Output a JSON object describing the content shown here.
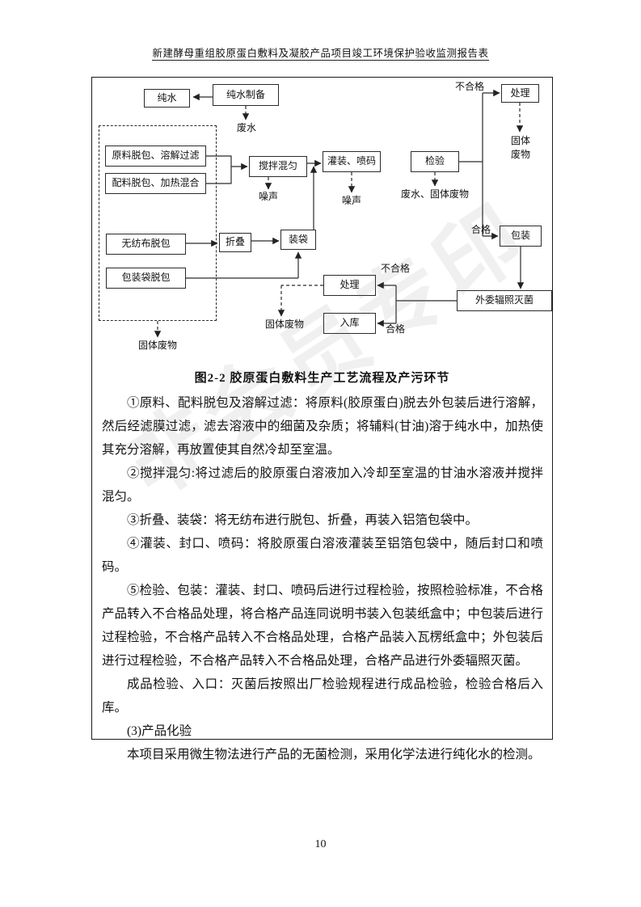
{
  "header": {
    "title": "新建酵母重组胶原蛋白敷料及凝胶产品项目竣工环境保护验收监测报告表"
  },
  "figure": {
    "caption": "图2-2  胶原蛋白敷料生产工艺流程及产污环节"
  },
  "flowchart": {
    "nodes": {
      "pure_water": "纯水",
      "pure_water_prep": "纯水制备",
      "treatment_top": "处理",
      "raw_unpack": "原料脱包、溶解过滤",
      "ingredient_unpack": "配料脱包、加热混合",
      "mixing": "搅拌混匀",
      "filling": "灌装、喷码",
      "inspection": "检验",
      "nonwoven_unpack": "无纺布脱包",
      "folding": "折叠",
      "bagging": "装袋",
      "bag_unpack": "包装袋脱包",
      "packaging": "包装",
      "treatment_mid": "处理",
      "warehouse": "入库",
      "sterilization": "外委辐照灭菌"
    },
    "labels": {
      "wastewater": "废水",
      "unqualified_top": "不合格",
      "solid_waste_top": "固体\n废物",
      "noise1": "噪声",
      "noise2": "噪声",
      "wastewater_solid": "废水、固体废物",
      "qualified_right": "合格",
      "unqualified_mid": "不合格",
      "qualified_mid": "合格",
      "solid_waste_mid": "固体废物",
      "solid_waste_bottom": "固体废物"
    }
  },
  "content": {
    "paragraphs": [
      "①原料、配料脱包及溶解过滤：将原料(胶原蛋白)脱去外包装后进行溶解，然后经滤膜过滤，滤去溶液中的细菌及杂质；将辅料(甘油)溶于纯水中，加热使其充分溶解，再放置使其自然冷却至室温。",
      "②搅拌混匀:将过滤后的胶原蛋白溶液加入冷却至室温的甘油水溶液并搅拌混匀。",
      "③折叠、装袋：将无纺布进行脱包、折叠，再装入铝箔包袋中。",
      "④灌装、封口、喷码：将胶原蛋白溶液灌装至铝箔包袋中，随后封口和喷码。",
      "⑤检验、包装：灌装、封口、喷码后进行过程检验，按照检验标准，不合格产品转入不合格品处理，将合格产品连同说明书装入包装纸盒中；中包装后进行过程检验，不合格产品转入不合格品处理，合格产品装入瓦楞纸盒中；外包装后进行过程检验，不合格产品转入不合格品处理，合格产品进行外委辐照灭菌。",
      "成品检验、入口：灭菌后按照出厂检验规程进行成品检验，检验合格后入库。",
      "(3)产品化验",
      "本项目采用微生物法进行产品的无菌检测，采用化学法进行纯化水的检测。"
    ]
  },
  "watermark": {
    "text": "非会员专印"
  },
  "footer": {
    "page_number": "10"
  }
}
